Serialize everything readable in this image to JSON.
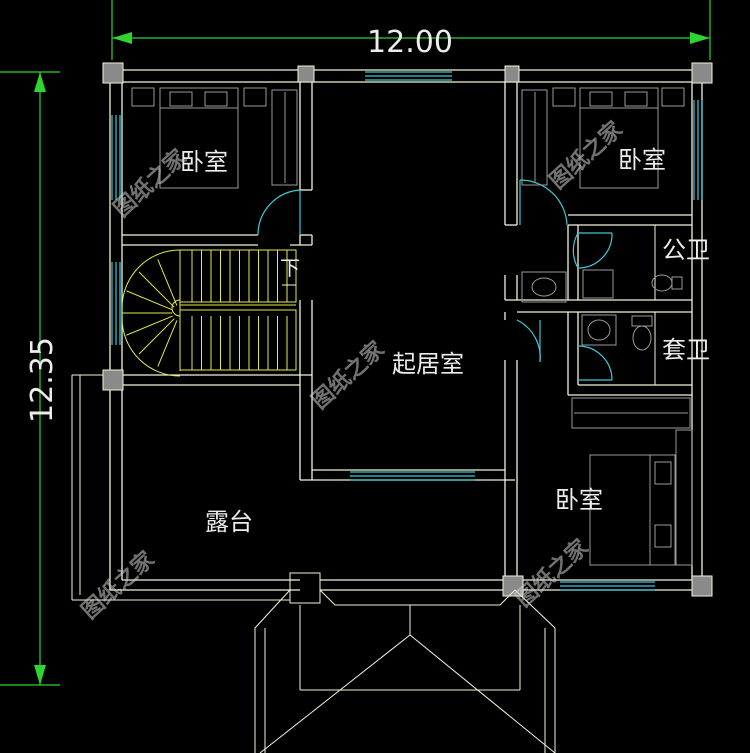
{
  "dimensions": {
    "width": "12.00",
    "height": "12.35"
  },
  "rooms": {
    "bedroom_top_left": "卧室",
    "bedroom_top_right": "卧室",
    "public_bathroom": "公卫",
    "ensuite_bathroom": "套卫",
    "living_room": "起居室",
    "terrace": "露台",
    "bedroom_bottom_right": "卧室",
    "stair_down": "下"
  },
  "watermark": "图纸之家",
  "colors": {
    "background": "#000000",
    "wall": "#f3f3d6",
    "window": "#3ec8d8",
    "dimension": "#2fd42f",
    "stair": "#e8e84a"
  }
}
